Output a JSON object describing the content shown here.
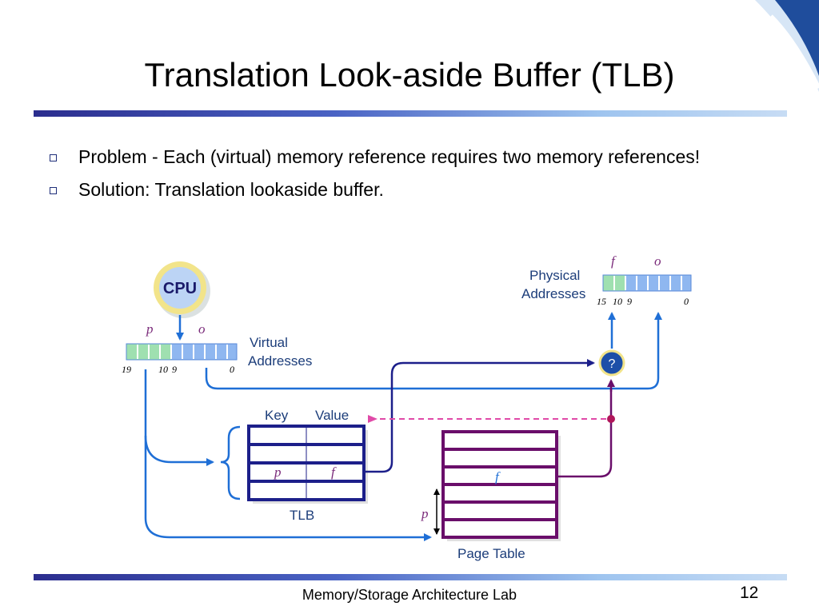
{
  "slide": {
    "title": "Translation Look-aside Buffer (TLB)",
    "bullets": [
      "Problem - Each (virtual) memory reference requires two memory references!",
      "Solution: Translation lookaside buffer."
    ],
    "footer": "Memory/Storage Architecture Lab",
    "page_number": "12"
  },
  "diagram": {
    "cpu_label": "CPU",
    "virtual_addr_label_1": "Virtual",
    "virtual_addr_label_2": "Addresses",
    "virtual_p": "p",
    "virtual_o": "o",
    "virtual_bits": [
      "19",
      "10",
      "9",
      "0"
    ],
    "physical_addr_label_1": "Physical",
    "physical_addr_label_2": "Addresses",
    "physical_f": "f",
    "physical_o": "o",
    "physical_bits": [
      "15",
      "10",
      "9",
      "0"
    ],
    "tlb_key_label": "Key",
    "tlb_value_label": "Value",
    "tlb_label": "TLB",
    "tlb_entry_p": "p",
    "tlb_entry_f": "f",
    "page_table_label": "Page Table",
    "page_table_f": "f",
    "page_table_p": "p",
    "compare_symbol": "?"
  },
  "colors": {
    "blue_line": "#1f6fd6",
    "navy": "#1c1f8a",
    "purple": "#6a0e6a",
    "pink_dashed": "#e04aa8",
    "cell_blue": "#8fb7f0",
    "cell_green": "#9fe0b0",
    "cpu_fill": "#bcd4f5",
    "cpu_ring": "#f2e48a"
  }
}
